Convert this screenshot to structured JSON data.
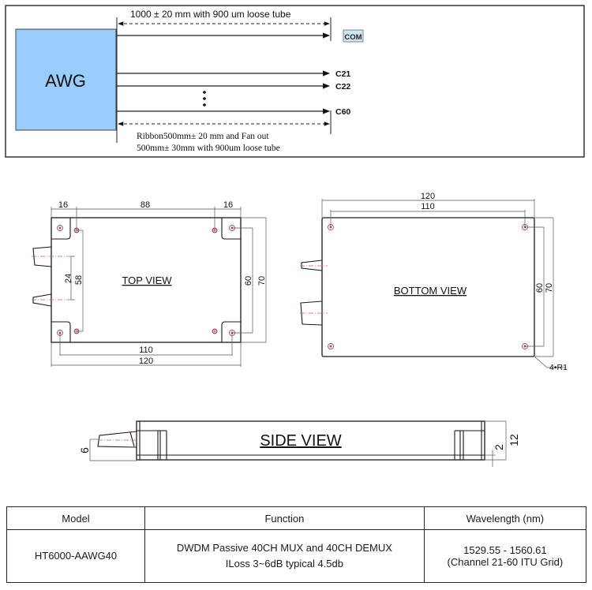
{
  "schematic": {
    "block_label": "AWG",
    "block_color": "#99ccff",
    "com_dimension": "1000 ± 20 mm with 900 um loose tube",
    "com_label": "COM",
    "com_label_bg": "#cde8f0",
    "channels": [
      "C21",
      "C22",
      "C60"
    ],
    "ellipsis": "⋮",
    "ribbon_note_line1": "Ribbon500mm± 20 mm and Fan out",
    "ribbon_note_line2": "500mm± 30mm with 900um loose tube"
  },
  "top_view": {
    "title": "TOP VIEW",
    "dims": {
      "left_margin": "16",
      "hole_span": "88",
      "right_margin": "16",
      "bottom_inner": "110",
      "bottom_outer": "120",
      "connector_pitch": "24",
      "inner_hole_height": "58",
      "right_inner": "60",
      "right_outer": "70"
    }
  },
  "bottom_view": {
    "title": "BOTTOM VIEW",
    "dims": {
      "top_outer": "120",
      "top_inner": "110",
      "right_inner": "60",
      "right_outer": "70",
      "corner_radius": "4•R1"
    }
  },
  "side_view": {
    "title": "SIDE VIEW",
    "dims": {
      "connector_height": "6",
      "base_height": "2",
      "total_height": "12"
    }
  },
  "spec_table": {
    "headers": {
      "model": "Model",
      "function": "Function",
      "wavelength": "Wavelength (nm)"
    },
    "rows": [
      {
        "model": "HT6000-AAWG40",
        "function_line1": "DWDM Passive 40CH MUX and 40CH DEMUX",
        "function_line2": "ILoss 3~6dB typical 4.5db",
        "wavelength_line1": "1529.55 - 1560.61",
        "wavelength_line2": "(Channel 21-60 ITU Grid)"
      }
    ]
  },
  "colors": {
    "line": "#1a1a1a",
    "dim_line": "#555555",
    "center_line": "#c06070",
    "hole": "#a05060"
  }
}
